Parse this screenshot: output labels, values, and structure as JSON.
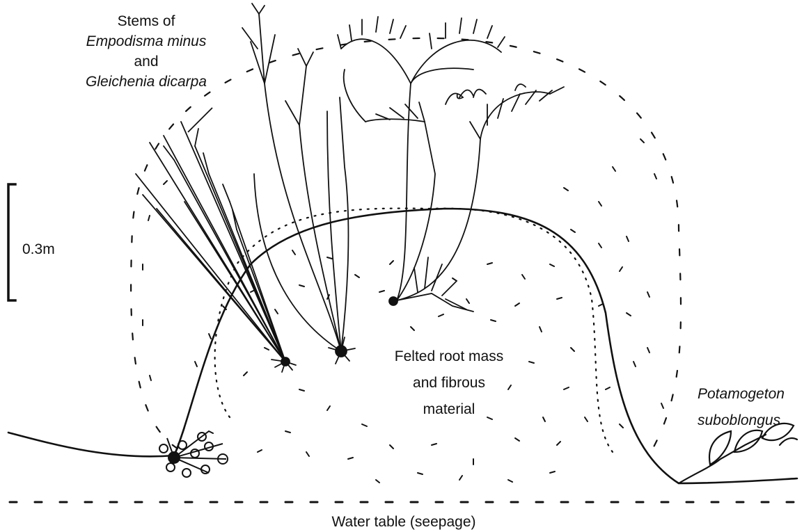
{
  "labels": {
    "stems_line1": "Stems of",
    "stems_species1": "Empodisma minus",
    "stems_and": "and",
    "stems_species2": "Gleichenia dicarpa",
    "felted_line1": "Felted root mass",
    "felted_line2": "and fibrous",
    "felted_line3": "material",
    "potamogeton_line1": "Potamogeton",
    "potamogeton_line2": "suboblongus",
    "water_table": "Water table (seepage)",
    "scale": "0.3m"
  },
  "colors": {
    "ink": "#111111",
    "background": "#ffffff"
  }
}
